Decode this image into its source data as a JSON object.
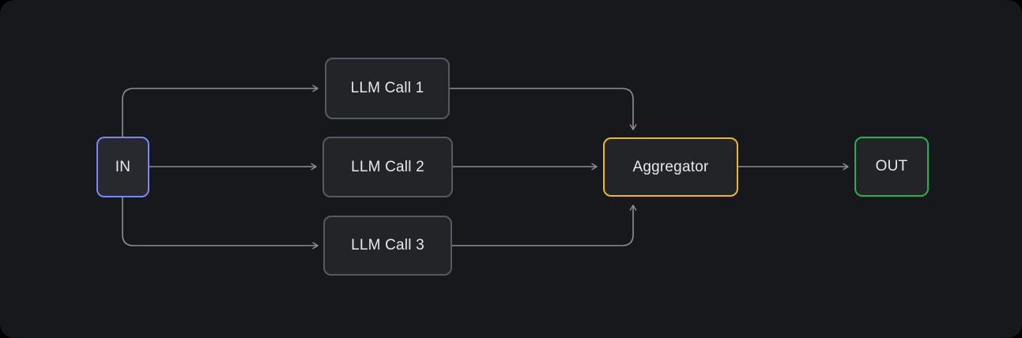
{
  "diagram": {
    "type": "flowchart",
    "description": "Parallelization workflow: IN fans out to three LLM calls whose results feed an Aggregator that produces OUT",
    "colors": {
      "background": "#000000",
      "card_background": "#17181c",
      "connector": "#8a8f98",
      "text": "#e7e9ec"
    },
    "nodes": [
      {
        "id": "in",
        "label": "IN",
        "border_color": "#7b87f8",
        "fill_color": "#28292e"
      },
      {
        "id": "llm-call-1",
        "label": "LLM Call 1",
        "border_color": "#545a63",
        "fill_color": "#232428"
      },
      {
        "id": "llm-call-2",
        "label": "LLM Call 2",
        "border_color": "#545a63",
        "fill_color": "#232428"
      },
      {
        "id": "llm-call-3",
        "label": "LLM Call 3",
        "border_color": "#545a63",
        "fill_color": "#232428"
      },
      {
        "id": "aggregator",
        "label": "Aggregator",
        "border_color": "#f0b32e",
        "fill_color": "#232428"
      },
      {
        "id": "out",
        "label": "OUT",
        "border_color": "#27b04f",
        "fill_color": "#232428"
      }
    ],
    "edges": [
      {
        "from": "in",
        "to": "llm-call-1"
      },
      {
        "from": "in",
        "to": "llm-call-2"
      },
      {
        "from": "in",
        "to": "llm-call-3"
      },
      {
        "from": "llm-call-1",
        "to": "aggregator"
      },
      {
        "from": "llm-call-2",
        "to": "aggregator"
      },
      {
        "from": "llm-call-3",
        "to": "aggregator"
      },
      {
        "from": "aggregator",
        "to": "out"
      }
    ]
  }
}
